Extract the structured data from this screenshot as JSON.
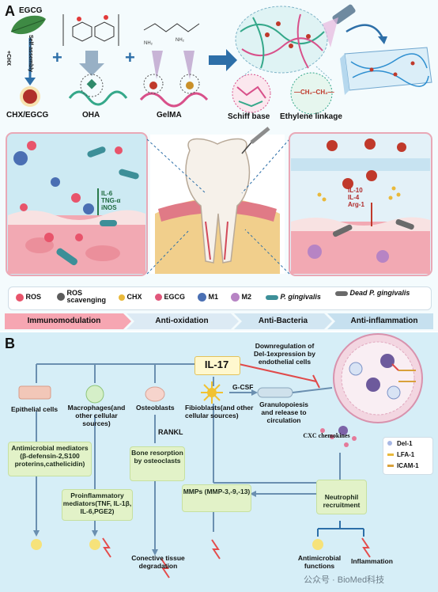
{
  "panel_a": {
    "label": "A",
    "egcg_top": "EGCG",
    "self_assembly": "Self-assembly",
    "chx_side": "+CHX",
    "chx_egcg": "CHX/EGCG",
    "oha": "OHA",
    "gelma": "GelMA",
    "schiff_base": "Schiff base",
    "ethylene_linkage": "Ethylene linkage",
    "ethylene_formula": "—CH₂–CH₂—",
    "left_markers": [
      "IL-6",
      "TNG-α",
      "iNOS"
    ],
    "right_markers": [
      "IL-10",
      "IL-4",
      "Arg-1"
    ],
    "legend": [
      {
        "label": "ROS",
        "icon": "ros-icon"
      },
      {
        "label": "ROS scavenging",
        "icon": "ros-scavenging-icon"
      },
      {
        "label": "CHX",
        "icon": "chx-icon"
      },
      {
        "label": "EGCG",
        "icon": "egcg-icon"
      },
      {
        "label": "M1",
        "icon": "m1-icon"
      },
      {
        "label": "M2",
        "icon": "m2-icon"
      },
      {
        "label": "P. gingivalis",
        "icon": "pg-icon"
      },
      {
        "label": "Dead P. gingivalis",
        "icon": "dead-pg-icon"
      }
    ],
    "functions": [
      "Immunomodulation",
      "Anti-oxidation",
      "Anti-Bacteria",
      "Anti-inflammation"
    ]
  },
  "panel_b": {
    "label": "B",
    "il17": "IL-17",
    "downregulation": "Downregulation of Del-1expression by endothelial cells",
    "epithelial": "Epithelial cells",
    "macrophages": "Macrophages(and other cellular sources)",
    "osteoblasts": "Osteoblasts",
    "fibroblasts": "Fibioblasts(and other cellular sources)",
    "gcsf": "G-CSF",
    "granulopoiesis": "Granulopoiesis and release to circulation",
    "rankl": "RANKL",
    "antimicrobial_mediators": "Antimicrobial mediators (β-defensin-2,S100 proterins,cathelicidin)",
    "proinflammatory": "Proinflammatory mediators(TNF, IL-1β, IL-6,PGE2)",
    "bone_resorption": "Bone resorption by osteoclasts",
    "cxc": "CXC chemokines",
    "mmps": "MMPs (MMP-3,-9,-13)",
    "neutrophil": "Neutrophil recruitment",
    "vessel_legend": [
      "Del-1",
      "LFA-1",
      "ICAM-1"
    ],
    "connective": "Conective tissue degradation",
    "antimicrobial_functions": "Antimicrobial functions",
    "inflammation": "Inflammation",
    "watermark": "公众号 · BioMed科技"
  }
}
